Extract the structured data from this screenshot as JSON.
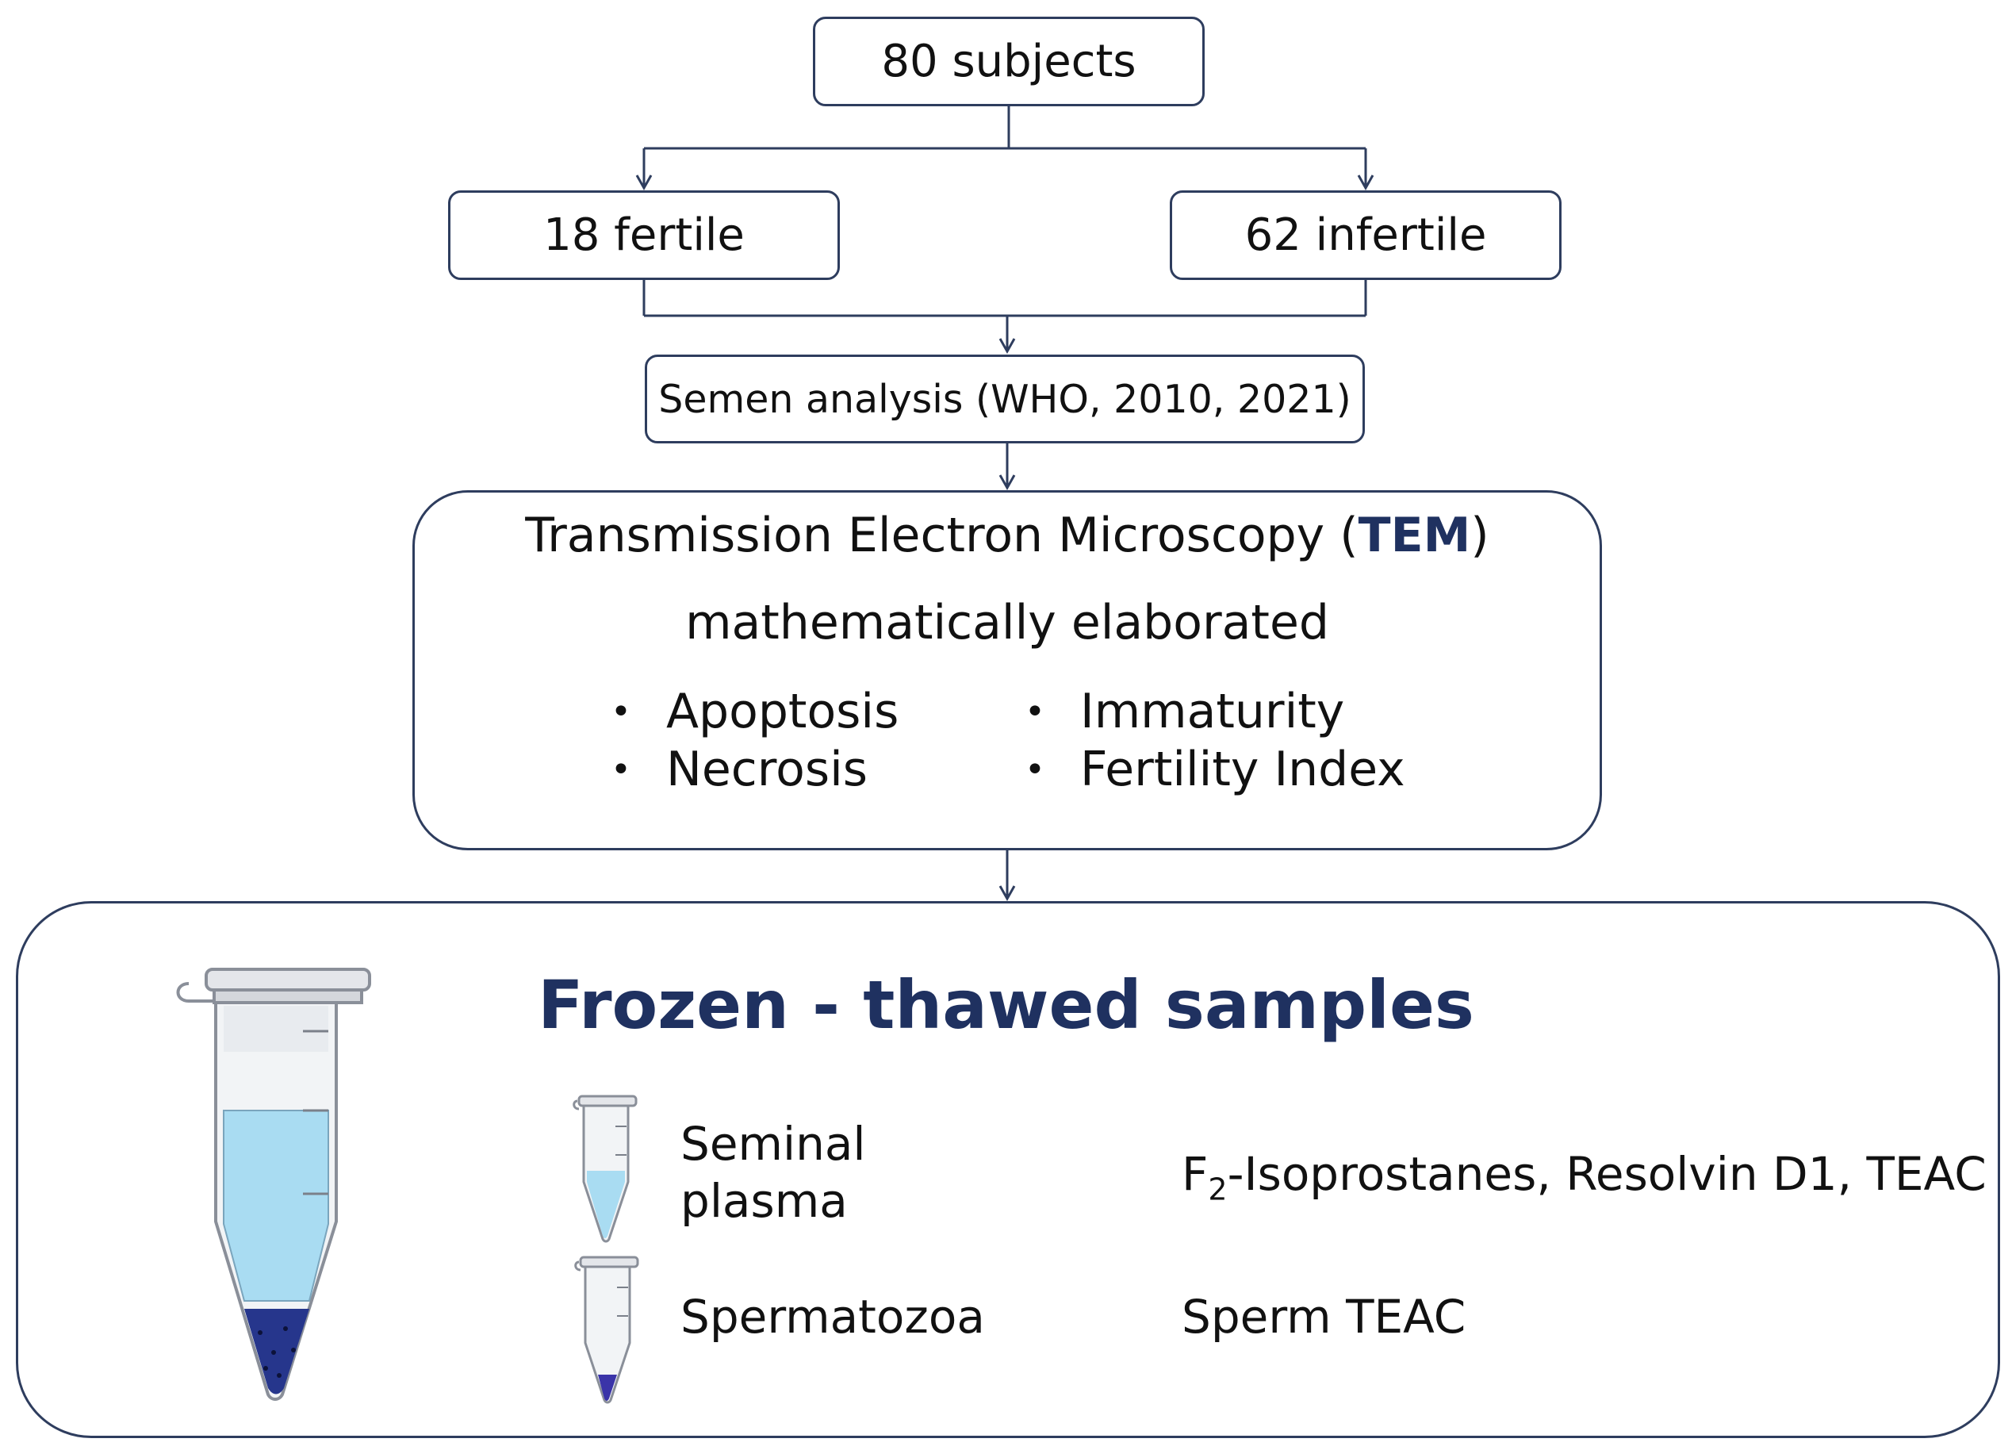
{
  "flow": {
    "total": "80 subjects",
    "fertile": "18 fertile",
    "infertile": "62 infertile",
    "semen_analysis": "Semen analysis (WHO, 2010, 2021)",
    "tem": {
      "line1_pre": "Transmission Electron Microscopy (",
      "line1_bold": "TEM",
      "line1_post": ")",
      "line2": "mathematically elaborated",
      "bullets_left": [
        "Apoptosis",
        "Necrosis"
      ],
      "bullets_right": [
        "Immaturity",
        "Fertility Index"
      ],
      "bullet_glyph": "•"
    }
  },
  "frozen": {
    "title": "Frozen - thawed samples",
    "plasma_label_line1": "Seminal",
    "plasma_label_line2": "plasma",
    "plasma_result_pre": "F",
    "plasma_result_sub": "2",
    "plasma_result_post": "-Isoprostanes, Resolvin D1, TEAC",
    "sperm_label": "Spermatozoa",
    "sperm_result": "Sperm TEAC"
  },
  "colors": {
    "line": "#2e3d5e",
    "title_blue": "#1f3160",
    "plasma_blue": "#a9dcf2",
    "pellet_blue": "#26368c"
  }
}
